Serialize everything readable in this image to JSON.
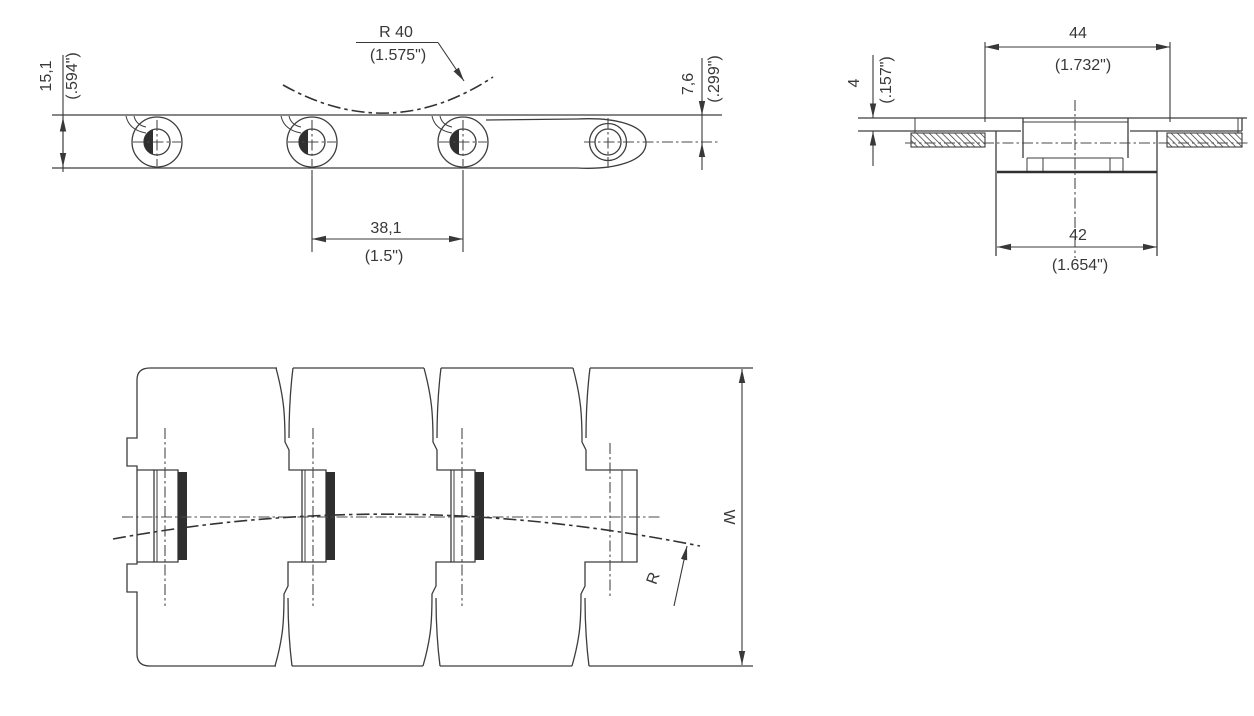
{
  "drawing": {
    "side_view": {
      "radius_value": "R 40",
      "radius_inches": "(1.575\")",
      "height_mm": "15,1",
      "height_inches": "(.594\")",
      "top_height_mm": "7,6",
      "top_height_inches": "(.299\")",
      "pitch_mm": "38,1",
      "pitch_inches": "(1.5\")"
    },
    "section_view": {
      "top_width_mm": "44",
      "top_width_inches": "(1.732\")",
      "thickness_mm": "4",
      "thickness_inches": "(.157\")",
      "bottom_width_mm": "42",
      "bottom_width_inches": "(1.654\")"
    },
    "plan_view": {
      "width_label": "W",
      "radius_label": "R"
    },
    "colors": {
      "line": "#3d3d3d",
      "background": "#ffffff"
    }
  }
}
